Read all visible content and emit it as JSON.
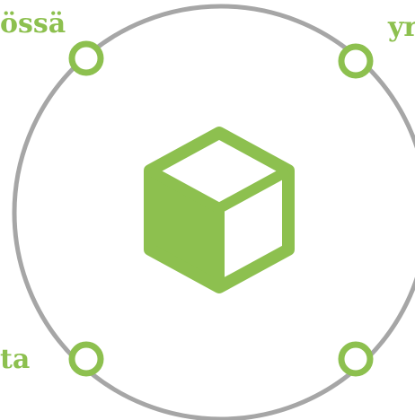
{
  "labels": {
    "top_left": "össä",
    "top_right": "yr",
    "bottom_left": "ta"
  },
  "icons": {
    "center": "box-icon",
    "node": "node-circle-icon"
  },
  "colors": {
    "accent": "#8dc04f",
    "ring": "#a6a6a6",
    "background": "#ffffff"
  }
}
